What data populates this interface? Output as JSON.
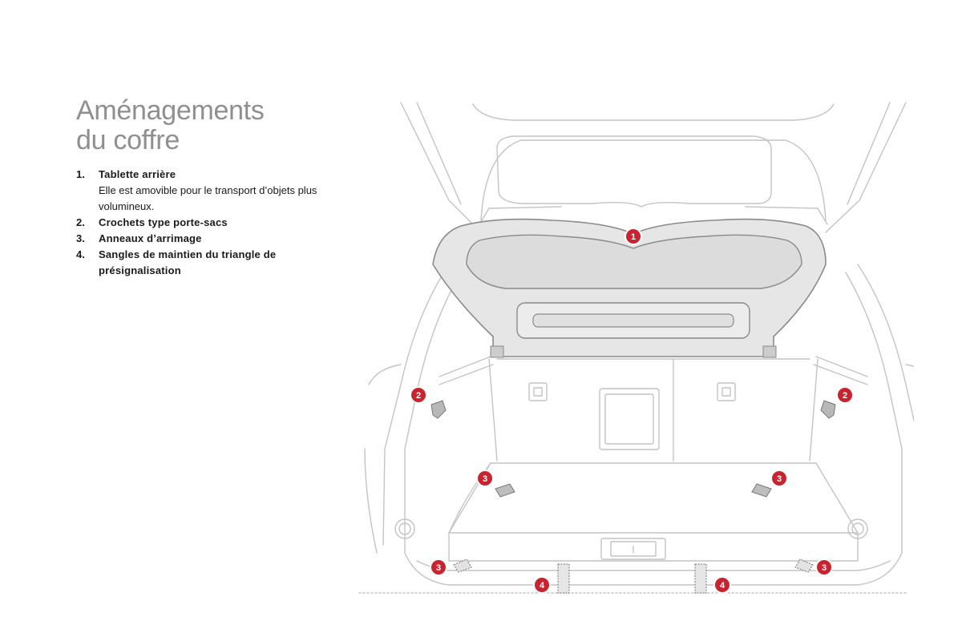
{
  "title": {
    "line1": "Aménagements",
    "line2": "du coffre"
  },
  "items": [
    {
      "number": "1.",
      "label": "Tablette arrière",
      "description": "Elle est amovible pour le transport d’objets plus volumineux."
    },
    {
      "number": "2.",
      "label": "Crochets type porte-sacs",
      "description": ""
    },
    {
      "number": "3.",
      "label": "Anneaux d’arrimage",
      "description": ""
    },
    {
      "number": "4.",
      "label": "Sangles de maintien du triangle de présignalisation",
      "description": ""
    }
  ],
  "callouts": {
    "parcel_shelf": "1",
    "bag_hook_left": "2",
    "bag_hook_right": "2",
    "lashing_ring_floor_left": "3",
    "lashing_ring_floor_right": "3",
    "lashing_ring_sill_left": "3",
    "lashing_ring_sill_right": "3",
    "triangle_strap_left": "4",
    "triangle_strap_right": "4"
  },
  "colors": {
    "title": "#8f8f8f",
    "callout_badge": "#c8242f",
    "line_art": "#c4c4c4",
    "shelf_fill": "#e6e6e6"
  }
}
